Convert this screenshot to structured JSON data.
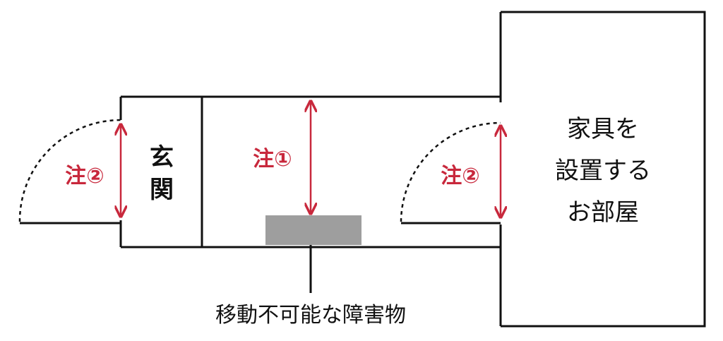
{
  "labels": {
    "entrance_line1": "玄",
    "entrance_line2": "関",
    "note_left": "注②",
    "note_center": "注①",
    "note_right": "注②",
    "room_line1": "家具を",
    "room_line2": "設置する",
    "room_line3": "お部屋",
    "obstacle": "移動不可能な障害物"
  },
  "colors": {
    "wall": "#111111",
    "note": "#c8283c",
    "obstacle_fill": "#9e9e9e"
  }
}
